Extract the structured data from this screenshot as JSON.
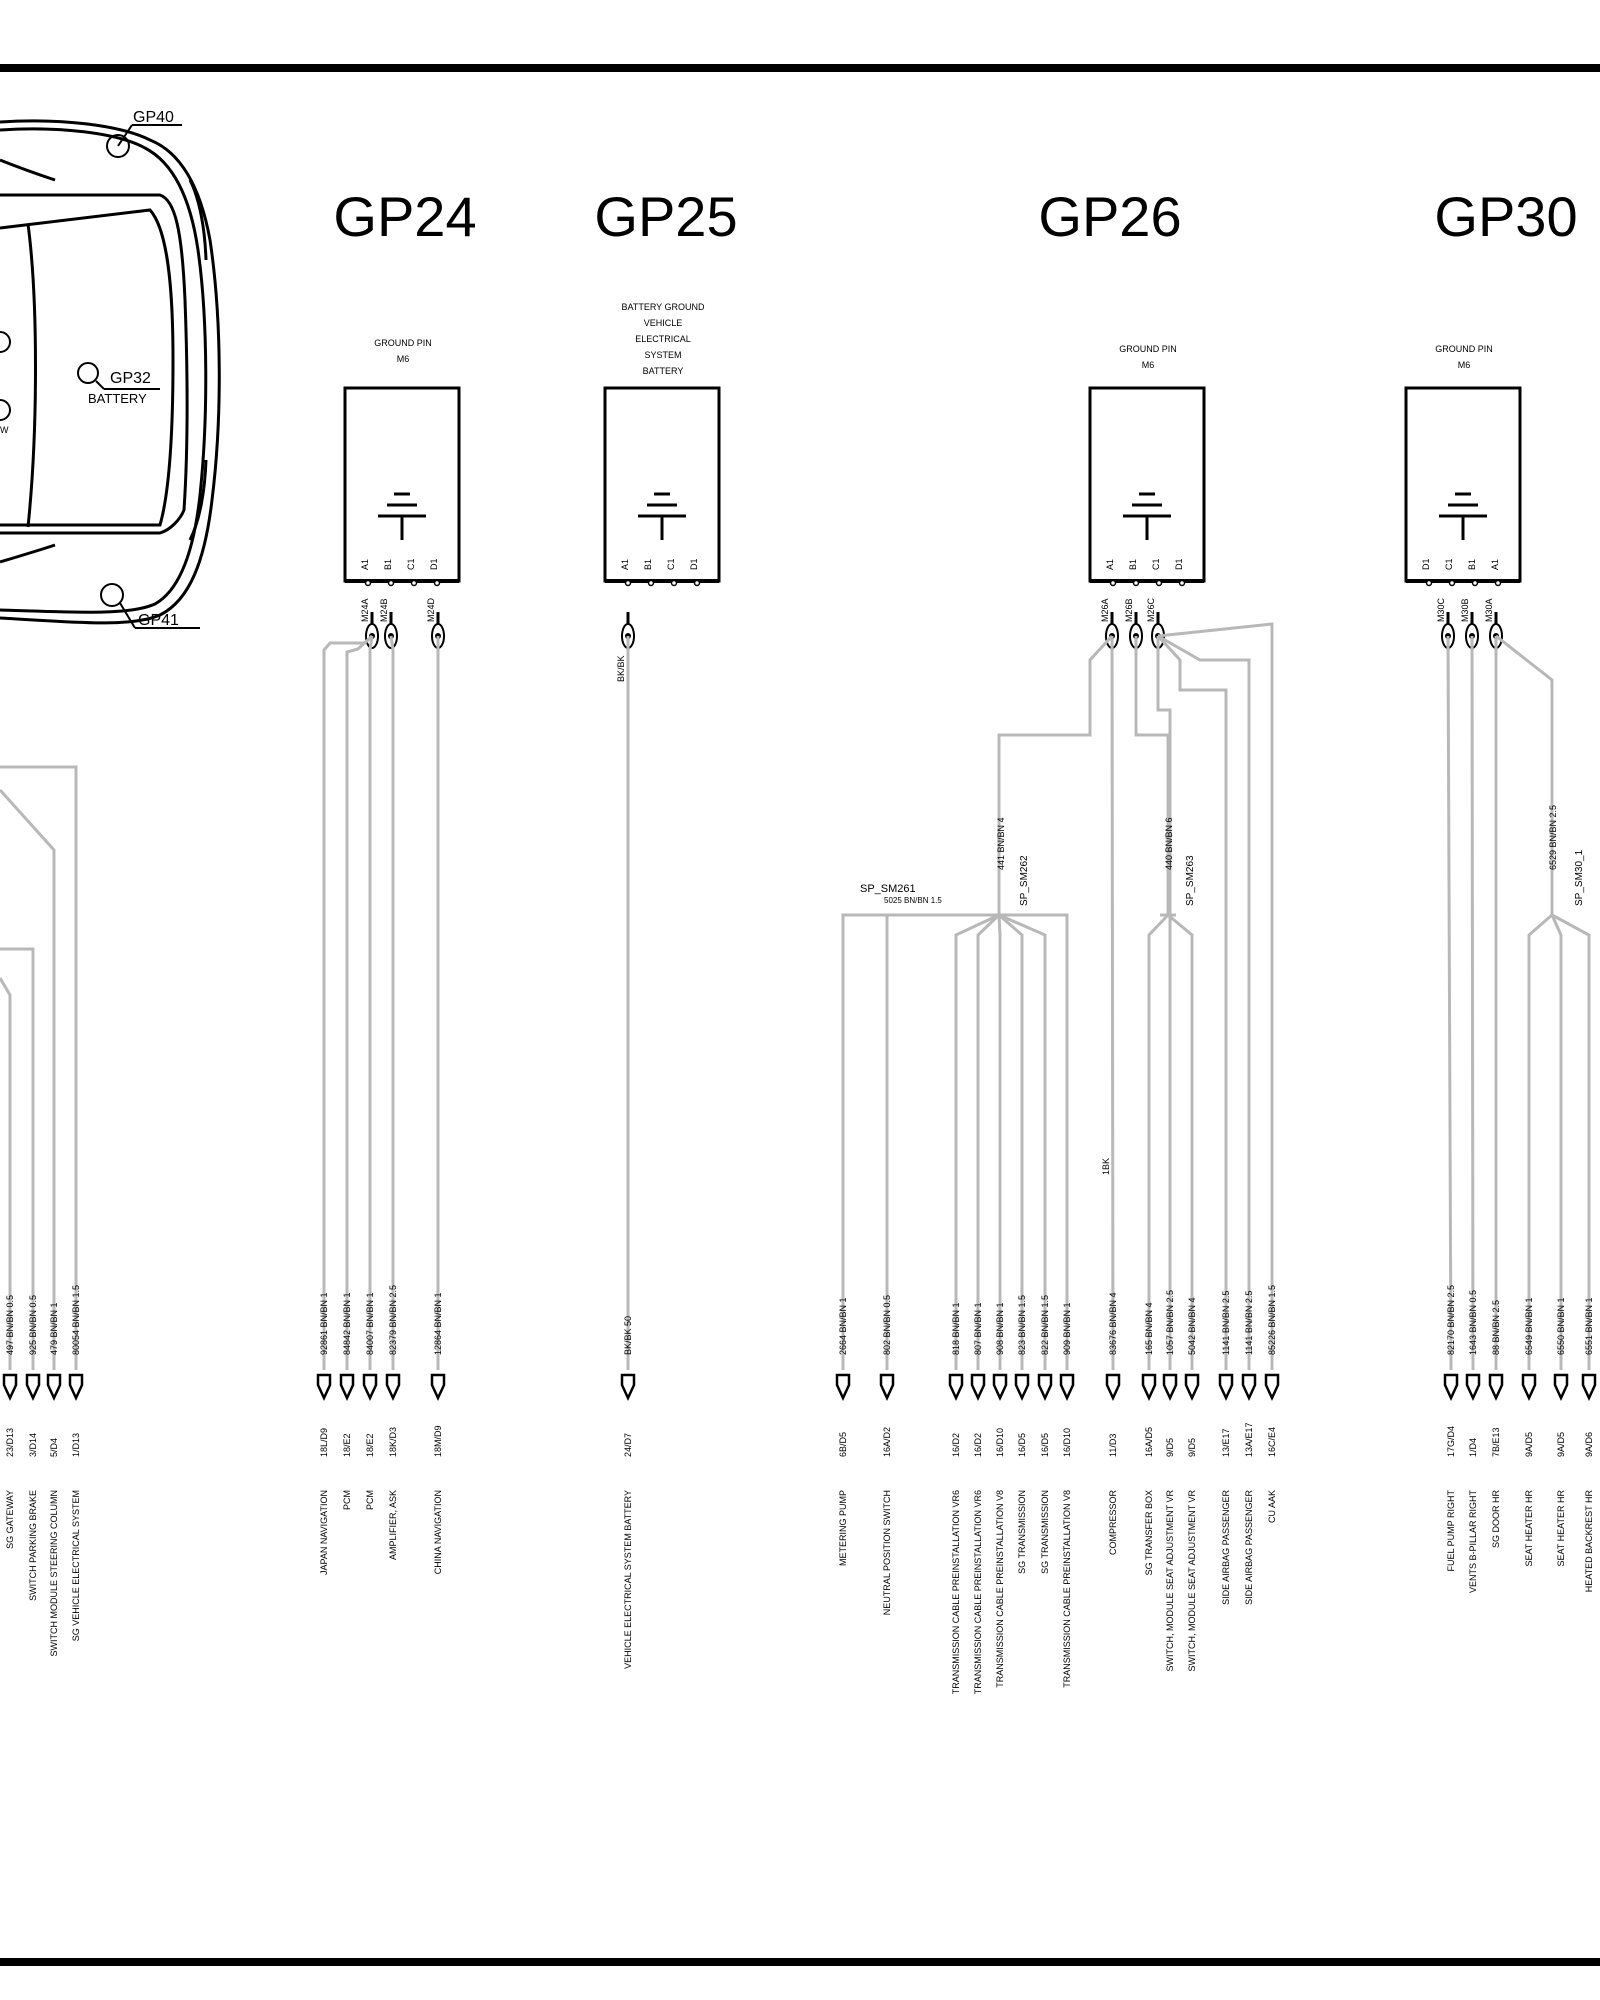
{
  "car": {
    "labels": [
      {
        "id": "gp40",
        "text": "GP40"
      },
      {
        "id": "gp32",
        "text": "GP32"
      },
      {
        "id": "battery",
        "text": "BATTERY"
      },
      {
        "id": "gp41",
        "text": "GP41"
      },
      {
        "id": "w",
        "text": "W"
      }
    ]
  },
  "ground_points": [
    {
      "id": "GP24",
      "title": "GP24",
      "box_label": [
        "GROUND PIN",
        "M6"
      ],
      "pins": [
        "A1",
        "B1",
        "C1",
        "D1"
      ],
      "connectors": [
        "M24A",
        "M24B",
        "M24D"
      ]
    },
    {
      "id": "GP25",
      "title": "GP25",
      "box_label": [
        "BATTERY GROUND",
        "VEHICLE",
        "ELECTRICAL",
        "SYSTEM",
        "BATTERY"
      ],
      "pins": [
        "A1",
        "B1",
        "C1",
        "D1"
      ],
      "connectors": [
        "BK/BK"
      ]
    },
    {
      "id": "GP26",
      "title": "GP26",
      "box_label": [
        "GROUND PIN",
        "M6"
      ],
      "pins": [
        "A1",
        "B1",
        "C1",
        "D1"
      ],
      "connectors": [
        "M26A",
        "M26B",
        "M26C"
      ]
    },
    {
      "id": "GP30",
      "title": "GP30",
      "box_label": [
        "GROUND PIN",
        "M6"
      ],
      "pins": [
        "D1",
        "C1",
        "B1",
        "A1"
      ],
      "connectors": [
        "M30C",
        "M30B",
        "M30A"
      ]
    }
  ],
  "splices": [
    {
      "id": "sp261",
      "name": "SP_SM261",
      "wire": "5025 BN/BN 1.5"
    },
    {
      "id": "sp262",
      "name": "SP_SM262",
      "wire": "441 BN/BN 4"
    },
    {
      "id": "sp263",
      "name": "SP_SM263",
      "wire": "440 BN/BN 6"
    },
    {
      "id": "sp30",
      "name": "SP_SM30_1",
      "wire": "6529 BN/BN 2.5"
    }
  ],
  "misc_labels": {
    "bk_1": "1BK"
  },
  "wires": [
    {
      "wire": "497 BN/BN 0.5",
      "loc": "23/D13",
      "dest": "SG GATEWAY"
    },
    {
      "wire": "925 BN/BN 0.5",
      "loc": "3/D14",
      "dest": "SWITCH PARKING BRAKE"
    },
    {
      "wire": "479 BN/BN 1",
      "loc": "5/D4",
      "dest": "SWITCH MODULE STEERING COLUMN"
    },
    {
      "wire": "80054 BN/BN 1.5",
      "loc": "1/D13",
      "dest": "SG VEHICLE ELECTRICAL SYSTEM"
    },
    {
      "wire": "92861 BN/BN 1",
      "loc": "18L/D9",
      "dest": "JAPAN NAVIGATION"
    },
    {
      "wire": "84842 BN/BN 1",
      "loc": "18/E2",
      "dest": "PCM"
    },
    {
      "wire": "84007 BN/BN 1",
      "loc": "18/E2",
      "dest": "PCM"
    },
    {
      "wire": "82379 BN/BN 2.5",
      "loc": "18K/D3",
      "dest": "AMPLIFIER, ASK"
    },
    {
      "wire": "12864 BN/BN 1",
      "loc": "18M/D9",
      "dest": "CHINA NAVIGATION"
    },
    {
      "wire": "BK/BK 50",
      "loc": "24/D7",
      "dest": "VEHICLE ELECTRICAL SYSTEM BATTERY"
    },
    {
      "wire": "2664 BN/BN 1",
      "loc": "6B/D5",
      "dest": "METERING PUMP"
    },
    {
      "wire": "802 BN/BN 0.5",
      "loc": "16A/D2",
      "dest": "NEUTRAL POSITION SWITCH"
    },
    {
      "wire": "818 BN/BN 1",
      "loc": "16/D2",
      "dest": "TRANSMISSION CABLE PREINSTALLATION VR6"
    },
    {
      "wire": "807 BN/BN 1",
      "loc": "16/D2",
      "dest": "TRANSMISSION CABLE PREINSTALLATION VR6"
    },
    {
      "wire": "908 BN/BN 1",
      "loc": "16/D10",
      "dest": "TRANSMISSION CABLE PREINSTALLATION V8"
    },
    {
      "wire": "823 BN/BN 1.5",
      "loc": "16/D5",
      "dest": "SG TRANSMISSION"
    },
    {
      "wire": "822 BN/BN 1.5",
      "loc": "16/D5",
      "dest": "SG TRANSMISSION"
    },
    {
      "wire": "909 BN/BN 1",
      "loc": "16/D10",
      "dest": "TRANSMISSION CABLE PREINSTALLATION V8"
    },
    {
      "wire": "83676 BN/BN 4",
      "loc": "11/D3",
      "dest": "COMPRESSOR"
    },
    {
      "wire": "165 BN/BN 4",
      "loc": "16A/D5",
      "dest": "SG TRANSFER BOX"
    },
    {
      "wire": "1057 BN/BN 2.5",
      "loc": "9/D5",
      "dest": "SWITCH, MODULE SEAT ADJUSTMENT VR"
    },
    {
      "wire": "5042 BN/BN 4",
      "loc": "9/D5",
      "dest": "SWITCH, MODULE SEAT ADJUSTMENT VR"
    },
    {
      "wire": "1141 BN/BN 2.5",
      "loc": "13/E17",
      "dest": "SIDE AIRBAG PASSENGER"
    },
    {
      "wire": "1141 BN/BN 2.5",
      "loc": "13A/E17",
      "dest": "SIDE AIRBAG PASSENGER"
    },
    {
      "wire": "85226 BN/BN 1.5",
      "loc": "16C/E4",
      "dest": "CU AAK"
    },
    {
      "wire": "82170 BN/BN 2.5",
      "loc": "17G/D4",
      "dest": "FUEL PUMP RIGHT"
    },
    {
      "wire": "1643 BN/BN 0.5",
      "loc": "1/D4",
      "dest": "VENTS B-PILLAR RIGHT"
    },
    {
      "wire": "88 BN/BN 2.5",
      "loc": "7B/E13",
      "dest": "SG DOOR HR"
    },
    {
      "wire": "6549 BN/BN 1",
      "loc": "9A/D5",
      "dest": "SEAT HEATER HR"
    },
    {
      "wire": "6550 BN/BN 1",
      "loc": "9A/D5",
      "dest": "SEAT HEATER HR"
    },
    {
      "wire": "6551 BN/BN 1",
      "loc": "9A/D6",
      "dest": "HEATED BACKREST HR"
    }
  ]
}
